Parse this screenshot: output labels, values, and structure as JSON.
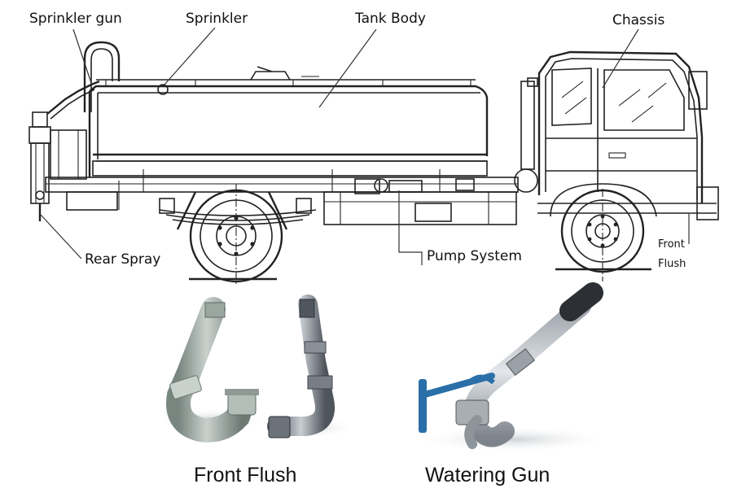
{
  "labels": {
    "sprinkler_gun": "Sprinkler gun",
    "sprinkler": "Sprinkler",
    "tank_body": "Tank Body",
    "chassis": "Chassis",
    "rear_spray": "Rear Spray",
    "pump_system": "Pump System",
    "front_flush_line1": "Front",
    "front_flush_line2": "Flush"
  },
  "captions": {
    "front_flush": "Front Flush",
    "watering_gun": "Watering Gun"
  }
}
